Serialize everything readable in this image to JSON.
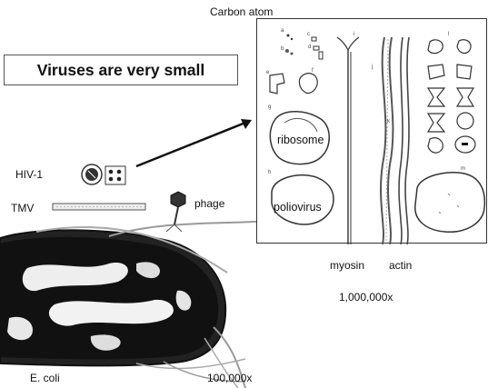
{
  "title": "Viruses are very small",
  "labels": {
    "carbon_atom": "Carbon atom",
    "hiv": "HIV-1",
    "tmv": "TMV",
    "phage": "phage",
    "ribosome": "ribosome",
    "poliovirus": "poliovirus",
    "myosin": "myosin",
    "actin": "actin",
    "ecoli": "E. coli"
  },
  "scales": {
    "inset": "1,000,000x",
    "main": "100,000x"
  },
  "figure_letters": {
    "a": "a",
    "b": "b",
    "c": "c",
    "d": "d",
    "e": "e",
    "f": "f",
    "g": "g",
    "h": "h",
    "i": "i",
    "j": "j",
    "k": "k",
    "l": "l",
    "m": "m"
  }
}
